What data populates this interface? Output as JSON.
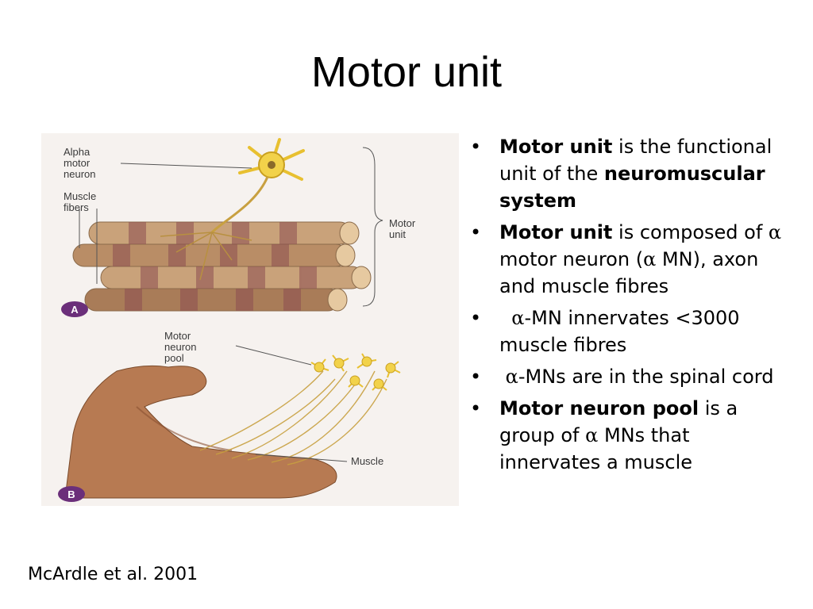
{
  "slide": {
    "title": "Motor unit",
    "citation": "McArdle et al. 2001"
  },
  "figure": {
    "panel_a": {
      "badge": "A",
      "label_alpha_motor_neuron": [
        "Alpha",
        "motor",
        "neuron"
      ],
      "label_muscle_fibers": [
        "Muscle",
        "fibers"
      ],
      "label_motor_unit": [
        "Motor",
        "unit"
      ]
    },
    "panel_b": {
      "badge": "B",
      "label_motor_neuron_pool": [
        "Motor",
        "neuron",
        "pool"
      ],
      "label_muscle": "Muscle"
    }
  },
  "bullets": [
    {
      "b1_bold": "Motor unit",
      "b1_rest": " is the functional unit of the ",
      "b1_bold2": "neuromuscular system"
    },
    {
      "b2_bold": "Motor unit",
      "b2_a": " is composed of ",
      "alpha": "α",
      "b2_b": " motor neuron (",
      "b2_c": " MN), axon and muscle fibres"
    },
    {
      "alpha": "α",
      "b3_rest": "-MN innervates <3000 muscle fibres"
    },
    {
      "alpha": "α",
      "b4_rest": "-MNs are in the spinal cord"
    },
    {
      "b5_bold": "Motor neuron pool",
      "b5_a": " is a group of ",
      "alpha": "α",
      "b5_b": " MNs that innervates a muscle"
    }
  ]
}
